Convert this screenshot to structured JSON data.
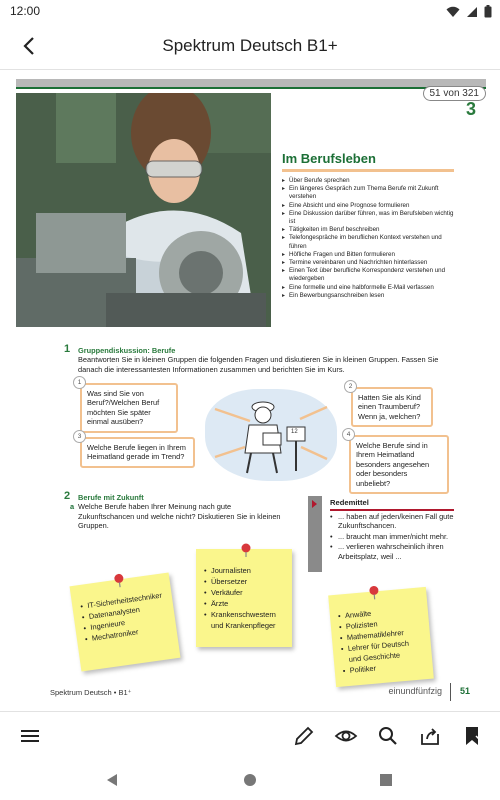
{
  "status": {
    "time": "12:00"
  },
  "appbar": {
    "title": "Spektrum Deutsch B1+"
  },
  "page": {
    "counter": "51 von 321",
    "chapter_number": "3",
    "chapter_title": "Im Berufsleben",
    "goals": [
      "Über Berufe sprechen",
      "Ein längeres Gespräch zum Thema Berufe mit Zukunft verstehen",
      "Eine Absicht und eine Prognose formulieren",
      "Eine Diskussion darüber führen, was im Berufsleben wichtig ist",
      "Tätigkeiten im Beruf beschreiben",
      "Telefongespräche im beruflichen Kontext verstehen und führen",
      "Höfliche Fragen und Bitten formulieren",
      "Termine vereinbaren und Nachrichten hinterlassen",
      "Einen Text über berufliche Korrespondenz verstehen und wiedergeben",
      "Eine formelle und eine halbformelle E-Mail verfassen",
      "Ein Bewerbungsanschreiben lesen"
    ],
    "task1": {
      "num": "1",
      "heading": "Gruppendiskussion: Berufe",
      "text": "Beantworten Sie in kleinen Gruppen die folgenden Fragen und diskutieren Sie in kleinen Gruppen. Fassen Sie danach die interessantesten Informationen zusammen und berichten Sie im Kurs."
    },
    "questions": [
      {
        "num": "1",
        "text": "Was sind Sie von Beruf?/Welchen Beruf möchten Sie später einmal ausüben?"
      },
      {
        "num": "2",
        "text": "Hatten Sie als Kind einen Traumberuf? Wenn ja, welchen?"
      },
      {
        "num": "3",
        "text": "Welche Berufe liegen in Ihrem Heimatland gerade im Trend?"
      },
      {
        "num": "4",
        "text": "Welche Berufe sind in Ihrem Heimatland besonders angesehen oder besonders unbeliebt?"
      }
    ],
    "illustration_label": "12",
    "task2": {
      "num": "2",
      "heading": "Berufe mit Zukunft",
      "sub": "a",
      "text": "Welche Berufe haben Ihrer Meinung nach gute Zukunftschancen und welche nicht? Diskutieren Sie in kleinen Gruppen."
    },
    "redemittel": {
      "title": "Redemittel",
      "items": [
        "... haben auf jeden/keinen Fall gute Zukunftschancen.",
        "... braucht man immer/nicht mehr.",
        "... verlieren wahrscheinlich ihren Arbeitsplatz, weil ..."
      ]
    },
    "notes": [
      {
        "items": [
          "IT-Sicherheitstechniker",
          "Datenanalysten",
          "Ingenieure",
          "Mechatroniker"
        ]
      },
      {
        "items": [
          "Journalisten",
          "Übersetzer",
          "Verkäufer",
          "Ärzte",
          "Krankenschwestern und Krankenpfleger"
        ]
      },
      {
        "items": [
          "Anwälte",
          "Polizisten",
          "Mathematiklehrer",
          "Lehrer für Deutsch und Geschichte",
          "Politiker"
        ]
      }
    ],
    "footer_left": "Spektrum Deutsch • B1⁺",
    "footer_right": "einundfünfzig",
    "footer_page": "51"
  },
  "colors": {
    "accent_green": "#1c6f36",
    "accent_orange": "#f2c18f",
    "note_yellow": "#faf68c",
    "redemittel_red": "#b0182e"
  }
}
